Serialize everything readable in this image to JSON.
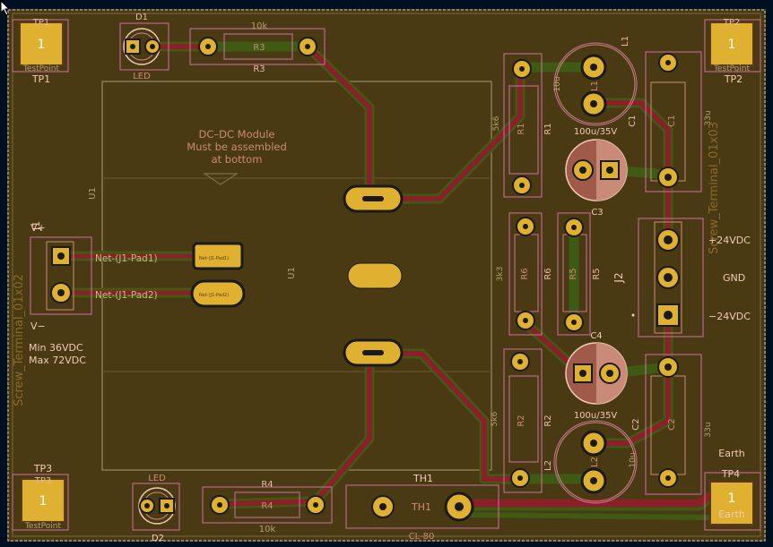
{
  "colors": {
    "board": "#4a3a14",
    "background": "#001023",
    "copper_front": "#8a2128",
    "copper_back": "#3f5a12",
    "pad": "#d4a82a",
    "courtyard": "#d070a0",
    "silkscreen": "#f2c9b6",
    "fab": "#c98a78",
    "edge": "#c8c8c8"
  },
  "labels": {
    "tp1_ref": "TP1",
    "tp1_value": "TestPoint",
    "tp1_ref2": "TP1",
    "tp2_ref": "TP2",
    "tp2_value": "TestPoint",
    "tp2_ref2": "TP2",
    "tp3_ref": "TP3",
    "tp3_value": "TestPoint",
    "tp3_ref2": "TP3",
    "tp4_ref": "TP4",
    "tp4_value": "Earth",
    "tp4_ref2": "Earth",
    "pad_number": "1",
    "d1_ref": "D1",
    "d1_value": "LED",
    "d2_ref": "D2",
    "d2_value": "LED",
    "r3_value": "10k",
    "r3_ref_fab": "R3",
    "r3_ref": "R3",
    "r4_ref": "R4",
    "r4_ref_fab": "R4",
    "r4_value": "10k",
    "l1_ref": "L1",
    "l1_fab": "L1",
    "l2_ref": "L2",
    "l2_fab": "L2",
    "r1_ref": "R1",
    "r1_fab": "R1",
    "r2_ref": "R2",
    "r2_fab": "R2",
    "c1_ref": "C1",
    "c1_fab": "C1",
    "c2_ref": "C2",
    "c2_fab": "C2",
    "c3_ref": "C3",
    "c3_value": "100u/35V",
    "c4_ref": "C4",
    "c4_value": "100u/35V",
    "r5_ref": "R5",
    "r6_ref": "R6",
    "r6_fab": "R6",
    "j1_ref": "J1",
    "j1_vplus": "V+",
    "j1_vminus": "V−",
    "j1_value": "Screw_Terminal_01x02",
    "j2_ref": "J2",
    "j2_value": "Screw_Terminal_01x03",
    "j2_pos": "+24VDC",
    "j2_gnd": "GND",
    "j2_neg": "−24VDC",
    "u1_ref": "U1",
    "u1_ref2": "U1",
    "th1_ref": "TH1",
    "th1_fab": "TH1",
    "th1_value": "CL-80",
    "c1_value": "33u",
    "c2_value": "33u",
    "dc_note_1": "DC–DC Module",
    "dc_note_2": "Must be assembled",
    "dc_note_3": "at bottom",
    "net_pad1": "Net-(J1-Pad1)",
    "net_pad2": "Net-(J1-Pad2)",
    "net_pad1_small": "Net-(J1-Pad1)",
    "net_pad2_small": "Net-(J1-Pad2)",
    "min_voltage": "Min 36VDC",
    "max_voltage": "Max 72VDC",
    "earth_label": "Earth",
    "r1_value": "5k6",
    "r2_value": "5k6",
    "l1_value": "10u",
    "l2_value": "10u",
    "r6_value": "3k3"
  }
}
